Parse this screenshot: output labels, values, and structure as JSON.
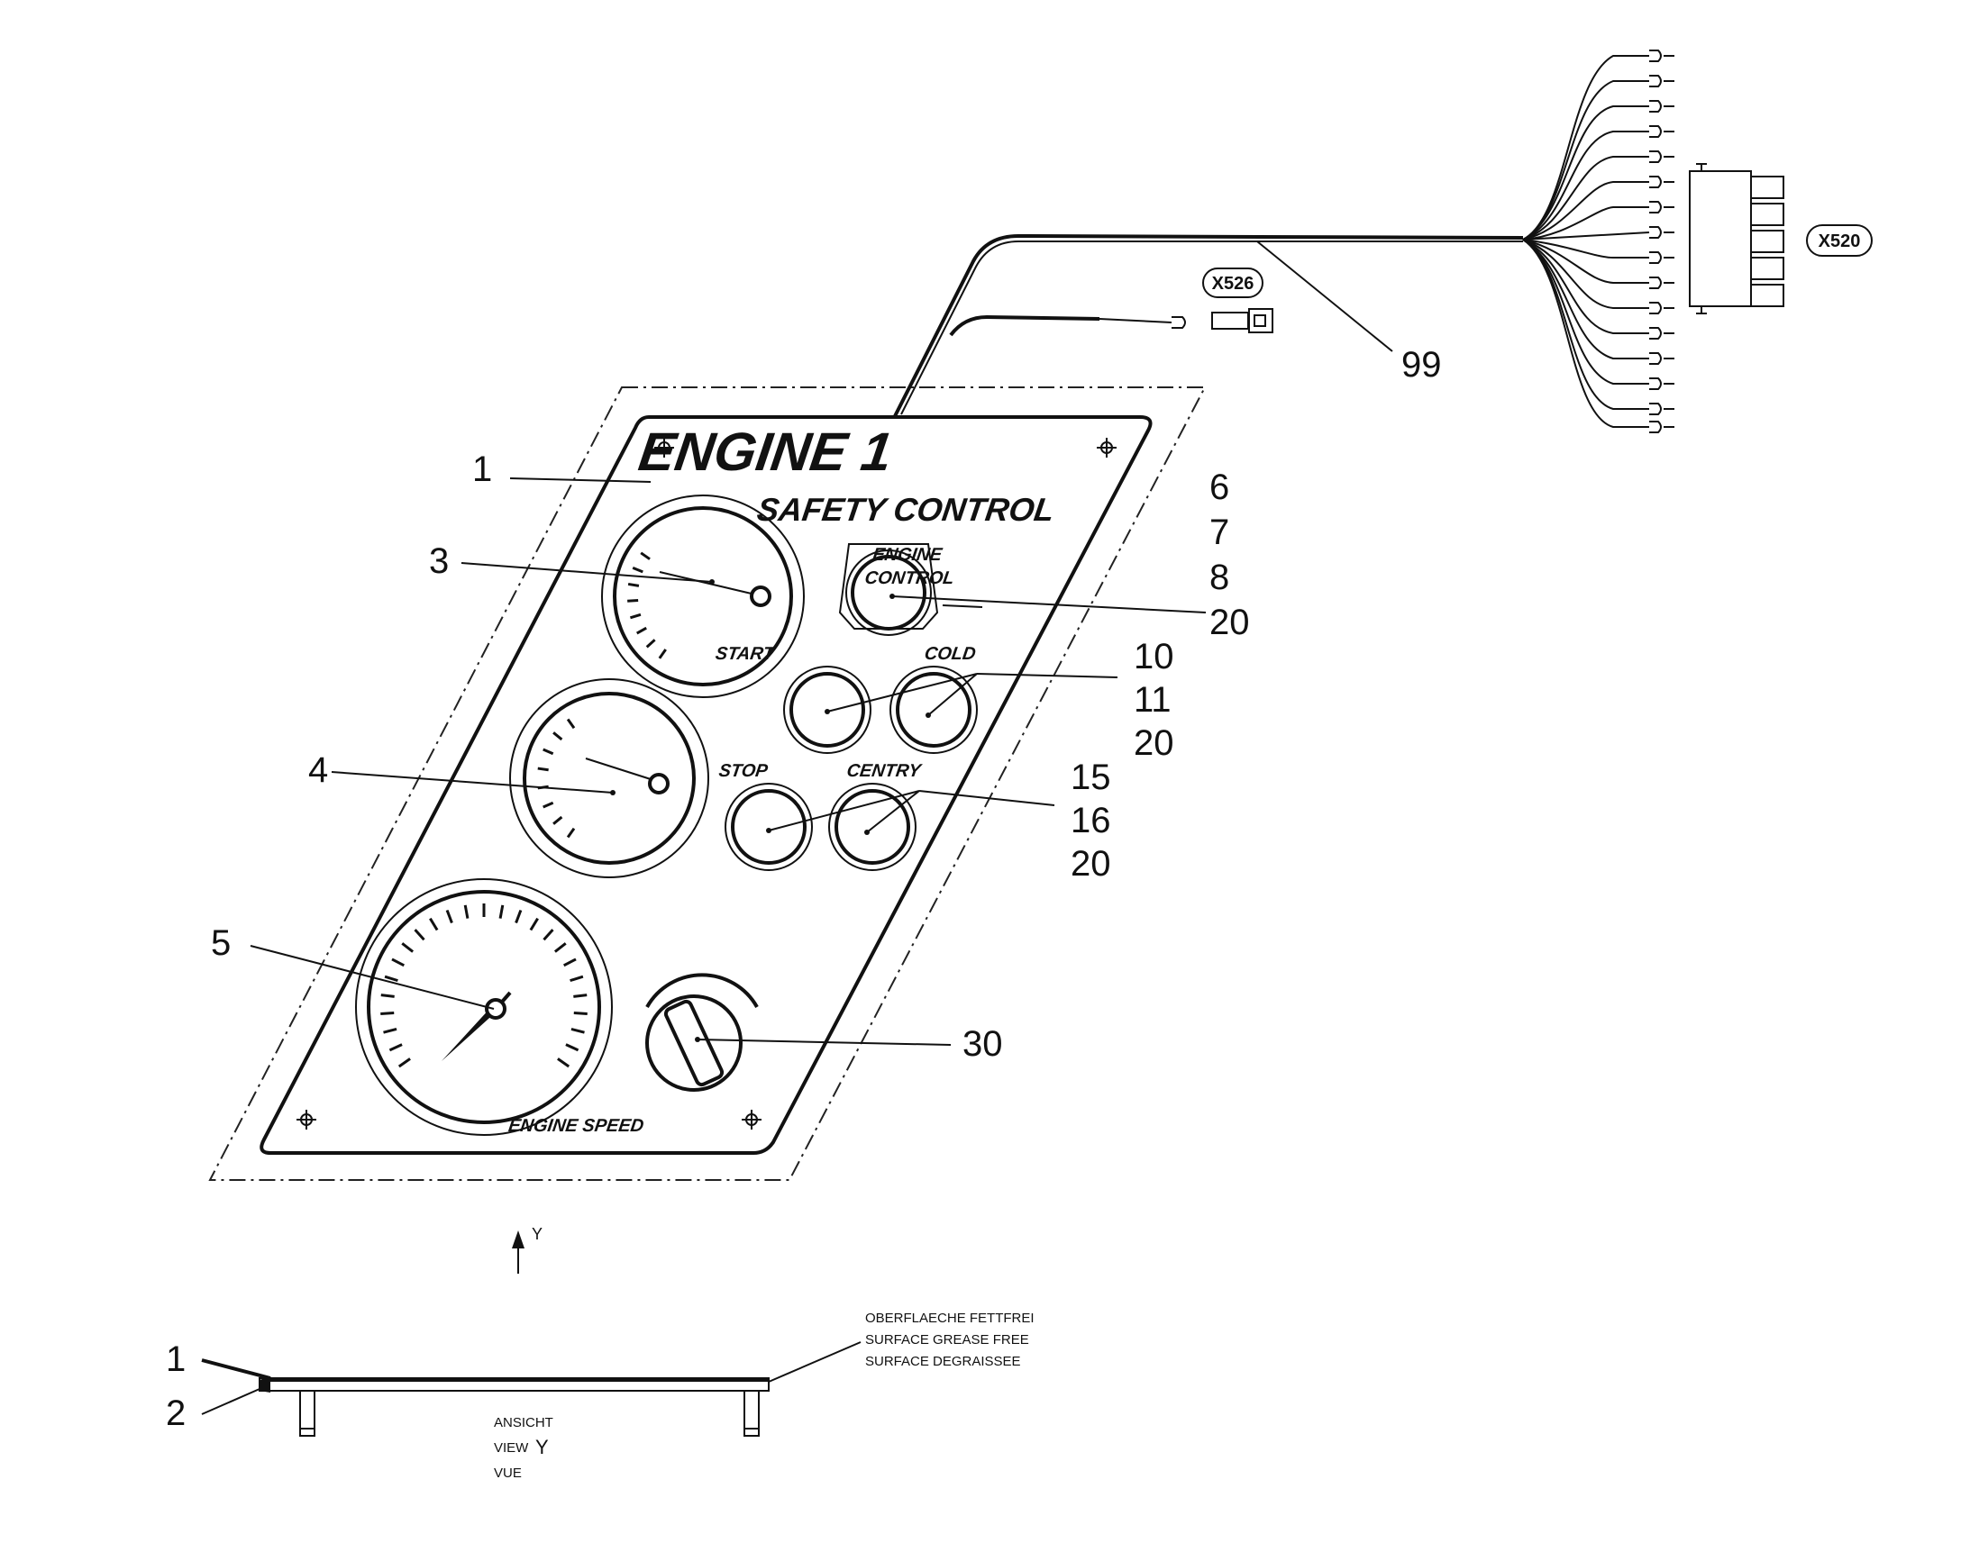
{
  "panel": {
    "title": "ENGINE 1",
    "subtitle": "SAFETY CONTROL",
    "engine_control_label_line1": "ENGINE",
    "engine_control_label_line2": "CONTROL",
    "lamp_start": "START",
    "lamp_cold": "COLD",
    "lamp_stop": "STOP",
    "lamp_centry": "CENTRY",
    "speed_label": "ENGINE SPEED"
  },
  "connectors": {
    "x526": "X526",
    "x520": "X520"
  },
  "callouts": {
    "c1": "1",
    "c3": "3",
    "c4": "4",
    "c5": "5",
    "c6": "6",
    "c7": "7",
    "c8": "8",
    "c20a": "20",
    "c10": "10",
    "c11": "11",
    "c20b": "20",
    "c15": "15",
    "c16": "16",
    "c20c": "20",
    "c30": "30",
    "c99": "99",
    "side1": "1",
    "side2": "2"
  },
  "view_arrow_label": "Y",
  "side_view": {
    "note_line1": "OBERFLAECHE FETTFREI",
    "note_line2": "SURFACE GREASE FREE",
    "note_line3": "SURFACE DEGRAISSEE",
    "view_de": "ANSICHT",
    "view_en": "VIEW",
    "view_letter": "Y",
    "view_fr": "VUE"
  }
}
